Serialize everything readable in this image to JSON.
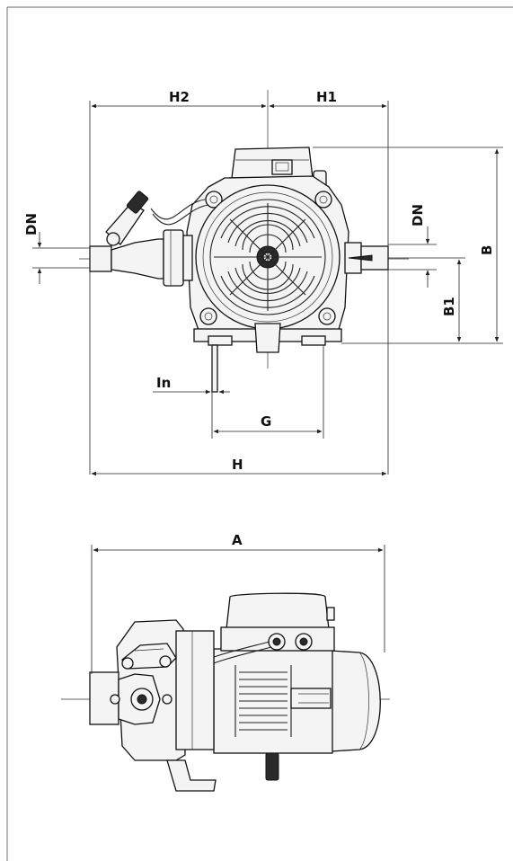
{
  "labels": {
    "h2": "H2",
    "h1": "H1",
    "dn_left": "DN",
    "dn_right": "DN",
    "b": "B",
    "b1": "B1",
    "in": "In",
    "g": "G",
    "h": "H",
    "a": "A"
  }
}
